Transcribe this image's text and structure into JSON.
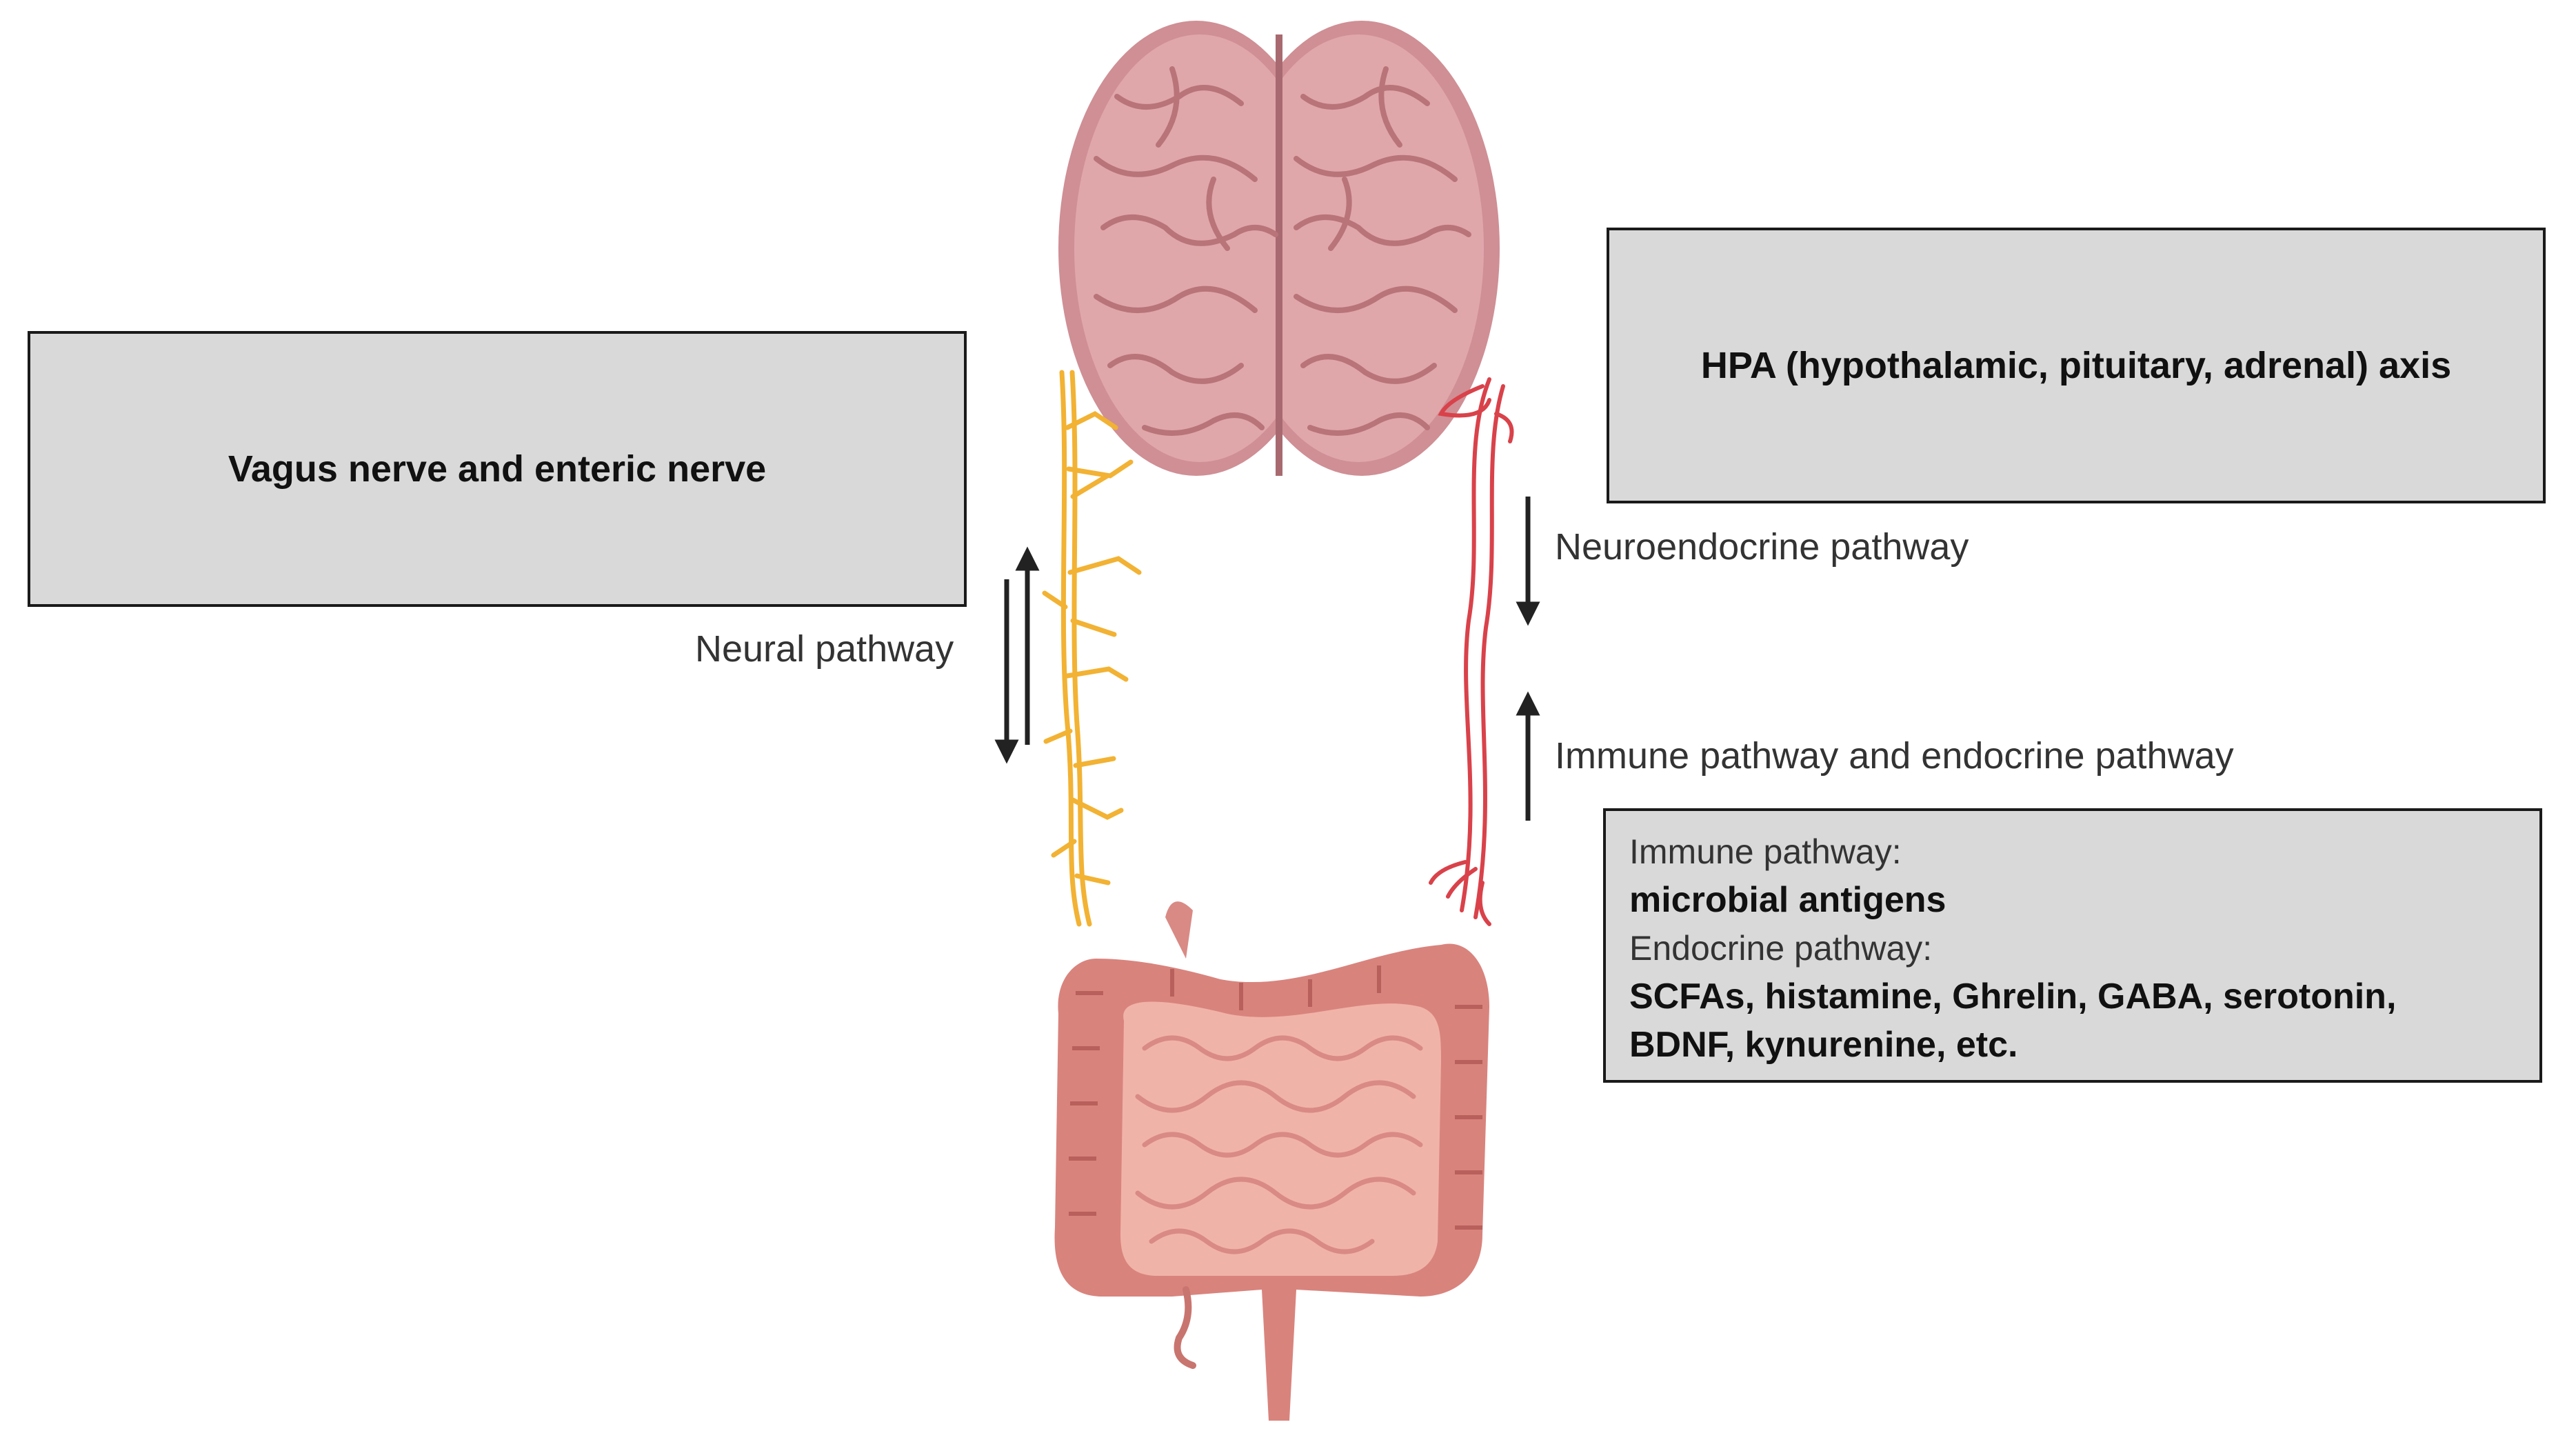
{
  "left_box": {
    "title": "Vagus nerve and enteric nerve"
  },
  "right_top_box": {
    "title": "HPA (hypothalamic, pituitary, adrenal) axis"
  },
  "labels": {
    "neural": "Neural pathway",
    "neuroendocrine": "Neuroendocrine pathway",
    "immune_endocrine": "Immune pathway and endocrine pathway"
  },
  "detail_box": {
    "immune_heading": "Immune pathway:",
    "immune_items": "microbial antigens",
    "endocrine_heading": "Endocrine pathway:",
    "endocrine_items_line1": "SCFAs, histamine, Ghrelin, GABA, serotonin,",
    "endocrine_items_line2": "BDNF, kynurenine, etc."
  },
  "colors": {
    "box_fill": "#d9d9d9",
    "nerve": "#f2b233",
    "vessel": "#d9424a",
    "brain": "#d99ba0",
    "gut": "#e59c95"
  }
}
